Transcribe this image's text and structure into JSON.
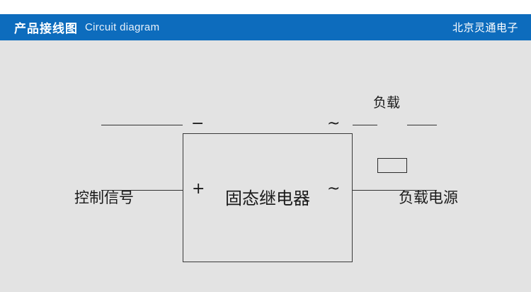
{
  "header": {
    "title_cn": "产品接线图",
    "title_en": "Circuit diagram",
    "brand": "北京灵通电子",
    "bar_color": "#0d6cbd",
    "text_color": "#ffffff"
  },
  "page": {
    "background_color": "#e3e3e3",
    "top_margin_color": "#ffffff"
  },
  "diagram": {
    "type": "circuit-schematic",
    "line_color": "#333333",
    "relay": {
      "label": "固态继电器",
      "terminals": {
        "left_top": "−",
        "left_bottom": "+",
        "right_top": "~",
        "right_bottom": "~"
      }
    },
    "labels": {
      "control_signal": "控制信号",
      "load": "负载",
      "load_power": "负载电源"
    }
  }
}
